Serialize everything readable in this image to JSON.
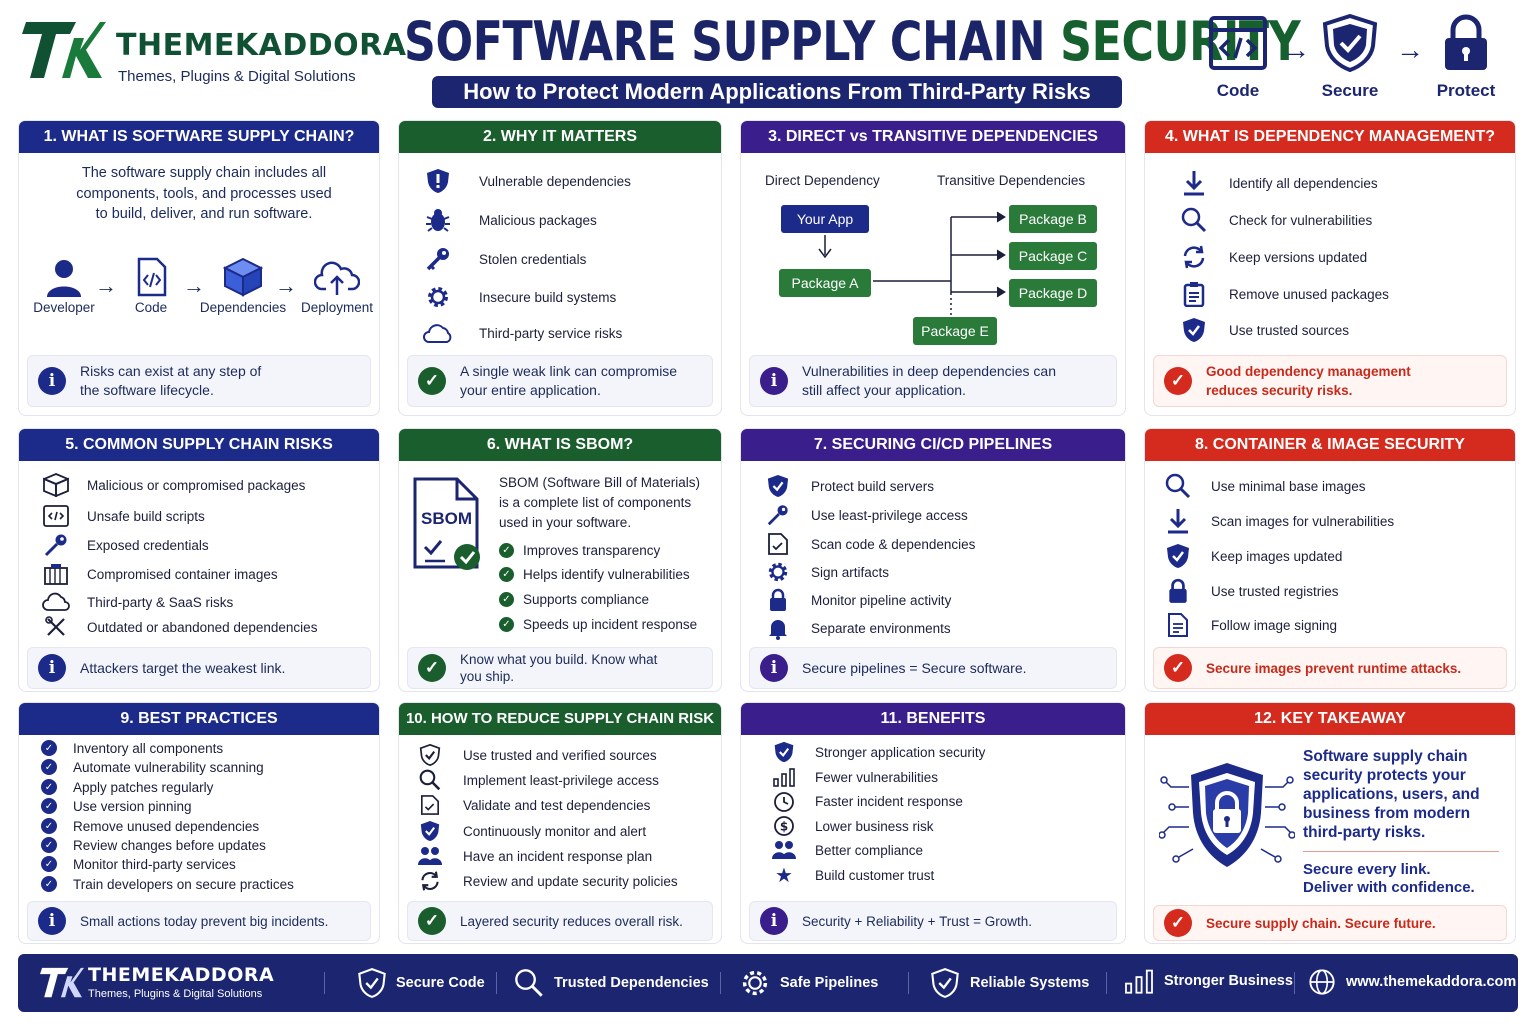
{
  "brand": {
    "name": "THEMEKADDORA",
    "tagline": "Themes, Plugins & Digital Solutions"
  },
  "header": {
    "title_main": "SOFTWARE SUPPLY CHAIN ",
    "title_accent": "SECURITY",
    "subtitle": "How to Protect Modern Applications From Third-Party Risks",
    "flow": [
      {
        "label": "Code",
        "icon": "code-window-icon"
      },
      {
        "label": "Secure",
        "icon": "shield-check-icon"
      },
      {
        "label": "Protect",
        "icon": "padlock-icon"
      }
    ]
  },
  "colors": {
    "navy": "#1c2a8a",
    "green": "#1b5e2e",
    "purple": "#3a1e8c",
    "red": "#d42b1e"
  },
  "card1": {
    "title": "1. WHAT IS SOFTWARE SUPPLY CHAIN?",
    "intro": "The software supply chain includes all components, tools, and processes used to build, deliver, and run software.",
    "pipeline": [
      "Developer",
      "Code",
      "Dependencies",
      "Deployment"
    ],
    "note": "Risks can exist at any step of the software lifecycle."
  },
  "card2": {
    "title": "2. WHY IT MATTERS",
    "items": [
      "Vulnerable dependencies",
      "Malicious packages",
      "Stolen credentials",
      "Insecure build systems",
      "Third-party service risks"
    ],
    "note": "A single weak link can compromise your entire application."
  },
  "card3": {
    "title": "3. DIRECT vs TRANSITIVE DEPENDENCIES",
    "direct_label": "Direct Dependency",
    "transitive_label": "Transitive Dependencies",
    "app": "Your App",
    "pkg_a": "Package A",
    "pkg_b": "Package B",
    "pkg_c": "Package C",
    "pkg_d": "Package D",
    "pkg_e": "Package E",
    "note": "Vulnerabilities in deep dependencies can still affect your application."
  },
  "card4": {
    "title": "4. WHAT IS DEPENDENCY MANAGEMENT?",
    "items": [
      "Identify all dependencies",
      "Check for vulnerabilities",
      "Keep versions updated",
      "Remove unused packages",
      "Use trusted sources"
    ],
    "note": "Good dependency management reduces security risks."
  },
  "card5": {
    "title": "5. COMMON SUPPLY CHAIN RISKS",
    "items": [
      "Malicious or compromised packages",
      "Unsafe build scripts",
      "Exposed credentials",
      "Compromised container images",
      "Third-party & SaaS risks",
      "Outdated or abandoned dependencies"
    ],
    "note": "Attackers target the weakest link."
  },
  "card6": {
    "title": "6. WHAT IS SBOM?",
    "doc_label": "SBOM",
    "intro": "SBOM (Software Bill of Materials) is a complete list of components used in your software.",
    "items": [
      "Improves transparency",
      "Helps identify vulnerabilities",
      "Supports compliance",
      "Speeds up incident response"
    ],
    "note": "Know what you build. Know what you ship."
  },
  "card7": {
    "title": "7. SECURING CI/CD PIPELINES",
    "items": [
      "Protect build servers",
      "Use least-privilege access",
      "Scan code & dependencies",
      "Sign artifacts",
      "Monitor pipeline activity",
      "Separate environments"
    ],
    "note": "Secure pipelines = Secure software."
  },
  "card8": {
    "title": "8. CONTAINER & IMAGE SECURITY",
    "items": [
      "Use minimal base images",
      "Scan images for vulnerabilities",
      "Keep images updated",
      "Use trusted registries",
      "Follow image signing"
    ],
    "note": "Secure images prevent runtime attacks."
  },
  "card9": {
    "title": "9. BEST PRACTICES",
    "items": [
      "Inventory all components",
      "Automate vulnerability scanning",
      "Apply patches regularly",
      "Use version pinning",
      "Remove unused dependencies",
      "Review changes before updates",
      "Monitor third-party services",
      "Train developers on secure practices"
    ],
    "note": "Small actions today prevent big incidents."
  },
  "card10": {
    "title": "10. HOW TO REDUCE SUPPLY CHAIN RISK",
    "items": [
      "Use trusted and verified sources",
      "Implement least-privilege access",
      "Validate and test dependencies",
      "Continuously monitor and alert",
      "Have an incident response plan",
      "Review and update security policies"
    ],
    "note": "Layered security reduces overall risk."
  },
  "card11": {
    "title": "11. BENEFITS",
    "items": [
      "Stronger application security",
      "Fewer vulnerabilities",
      "Faster incident response",
      "Lower business risk",
      "Better compliance",
      "Build customer trust"
    ],
    "note": "Security + Reliability + Trust = Growth."
  },
  "card12": {
    "title": "12. KEY TAKEAWAY",
    "text": "Software supply chain security protects your applications, users, and business from modern third-party risks.",
    "line1": "Secure every link.",
    "line2": "Deliver with confidence.",
    "note": "Secure supply chain. Secure future."
  },
  "footer": {
    "name": "THEMEKADDORA",
    "tagline": "Themes, Plugins & Digital Solutions",
    "items": [
      "Secure Code",
      "Trusted Dependencies",
      "Safe Pipelines",
      "Reliable Systems",
      "Stronger Business",
      "www.themekaddora.com"
    ]
  }
}
